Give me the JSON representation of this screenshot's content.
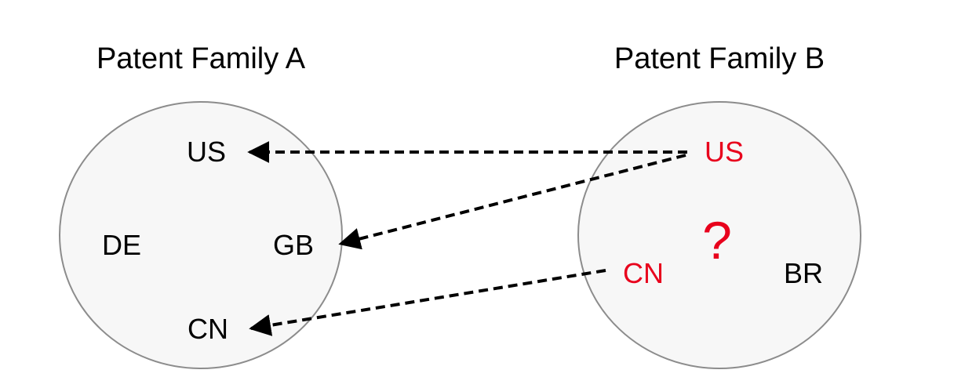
{
  "family_a": {
    "title": "Patent Family A",
    "members": {
      "us": "US",
      "de": "DE",
      "gb": "GB",
      "cn": "CN"
    }
  },
  "family_b": {
    "title": "Patent Family B",
    "members": {
      "us": "US",
      "cn": "CN",
      "br": "BR"
    },
    "unknown_mark": "?"
  },
  "colors": {
    "text": "#000000",
    "highlight": "#e8001c",
    "circle_fill": "#f7f7f7",
    "circle_stroke": "#8c8c8c",
    "arrow": "#000000"
  },
  "links": [
    {
      "from": "family_b.us",
      "to": "family_a.us"
    },
    {
      "from": "family_b.us",
      "to": "family_a.gb"
    },
    {
      "from": "family_b.cn",
      "to": "family_a.cn"
    }
  ]
}
